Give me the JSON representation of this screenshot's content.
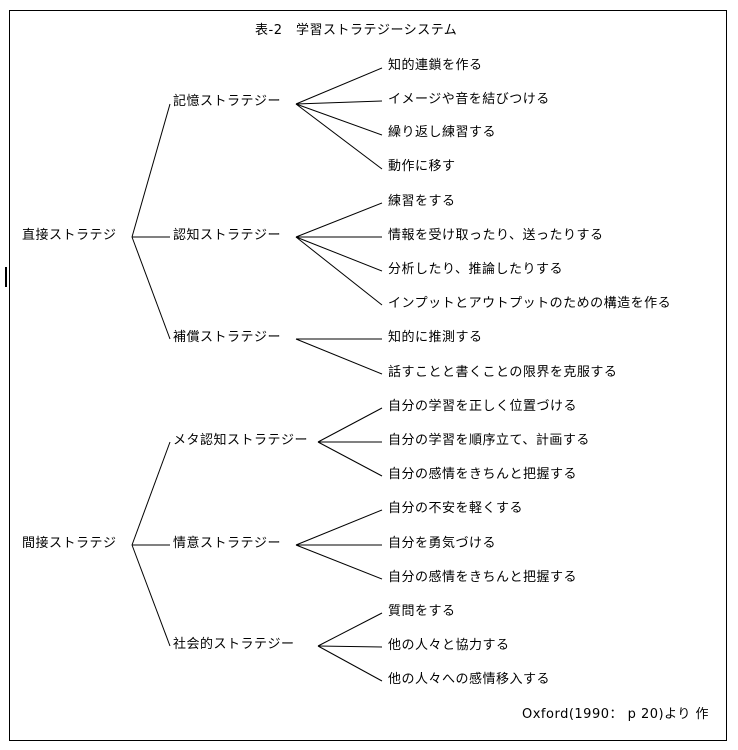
{
  "title": "表-2　学習ストラテジーシステム",
  "source": "Oxford(1990： p 20)より 作",
  "tree": [
    {
      "label": "直接ストラテジ",
      "children": [
        {
          "label": "記憶ストラテジー",
          "items": [
            "知的連鎖を作る",
            "イメージや音を結びつける",
            "繰り返し練習する",
            "動作に移す"
          ]
        },
        {
          "label": "認知ストラテジー",
          "items": [
            "練習をする",
            "情報を受け取ったり、送ったりする",
            "分析したり、推論したりする",
            "インプットとアウトプットのための構造を作る"
          ]
        },
        {
          "label": "補償ストラテジー",
          "items": [
            "知的に推測する",
            "話すことと書くことの限界を克服する"
          ]
        }
      ]
    },
    {
      "label": "間接ストラテジ",
      "children": [
        {
          "label": "メタ認知ストラテジー",
          "items": [
            "自分の学習を正しく位置づける",
            "自分の学習を順序立て、計画する",
            "自分の感情をきちんと把握する"
          ]
        },
        {
          "label": "情意ストラテジー",
          "items": [
            "自分の不安を軽くする",
            "自分を勇気づける",
            "自分の感情をきちんと把握する"
          ]
        },
        {
          "label": "社会的ストラテジー",
          "items": [
            "質問をする",
            "他の人々と協力する",
            "他の人々への感情移入する"
          ]
        }
      ]
    }
  ]
}
